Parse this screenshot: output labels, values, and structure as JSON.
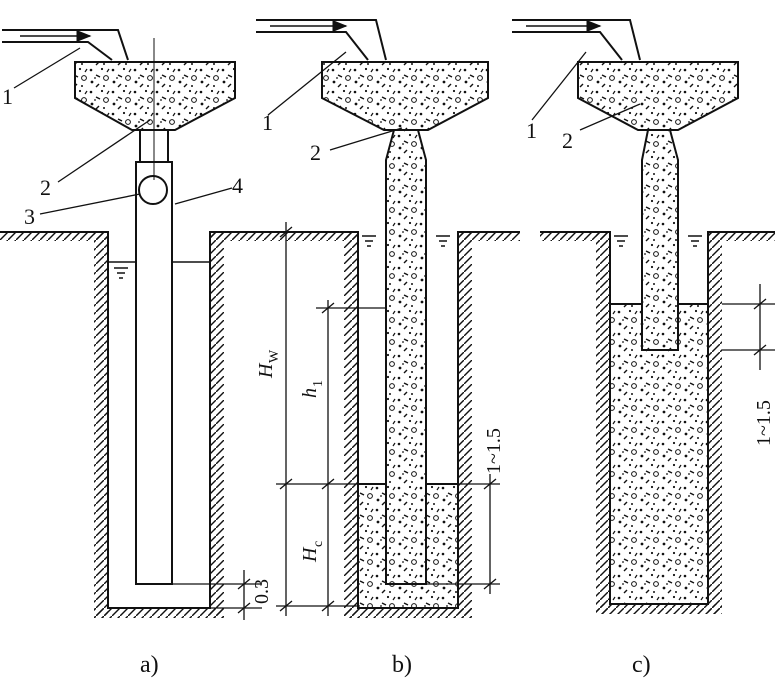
{
  "colors": {
    "ink": "#111111",
    "paper": "#ffffff"
  },
  "panels": {
    "a": {
      "caption": "a)",
      "labels": {
        "pipe_label_1": "1",
        "hopper_label_2": "2",
        "plug_label_3": "3",
        "pipe_label_4": "4"
      },
      "dims": {
        "gap": "0.3"
      }
    },
    "b": {
      "caption": "b)",
      "labels": {
        "pipe_label_1": "1",
        "hopper_label_2": "2"
      },
      "dims": {
        "hw_main": "H",
        "hw_sub": "W",
        "h1_main": "h",
        "h1_sub": "1",
        "hc_main": "H",
        "hc_sub": "c",
        "embed": "1~1.5"
      }
    },
    "c": {
      "caption": "c)",
      "labels": {
        "pipe_label_1": "1",
        "hopper_label_2": "2"
      },
      "dims": {
        "embed": "1~1.5"
      }
    }
  }
}
